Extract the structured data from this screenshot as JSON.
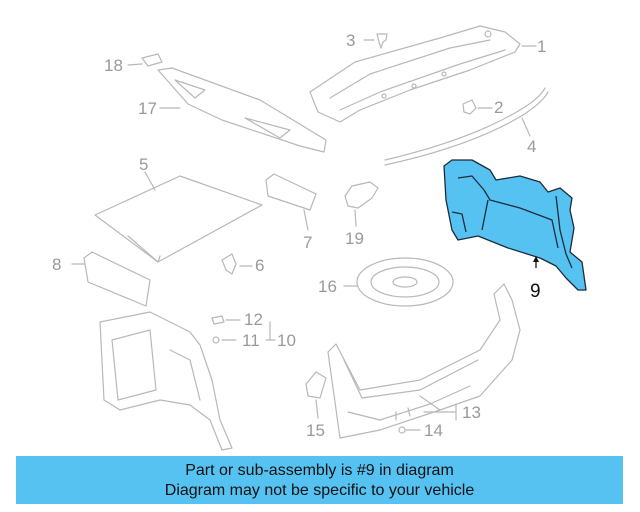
{
  "highlight_color": "#56c2f2",
  "callouts": {
    "c1": "1",
    "c2": "2",
    "c3": "3",
    "c4": "4",
    "c5": "5",
    "c6": "6",
    "c7": "7",
    "c8": "8",
    "c9": "9",
    "c10": "10",
    "c11": "11",
    "c12": "12",
    "c13": "13",
    "c14": "14",
    "c15": "15",
    "c16": "16",
    "c17": "17",
    "c18": "18",
    "c19": "19"
  },
  "banner": {
    "line1": "Part or sub-assembly is #9 in diagram",
    "line2": "Diagram may not be specific to your vehicle"
  }
}
